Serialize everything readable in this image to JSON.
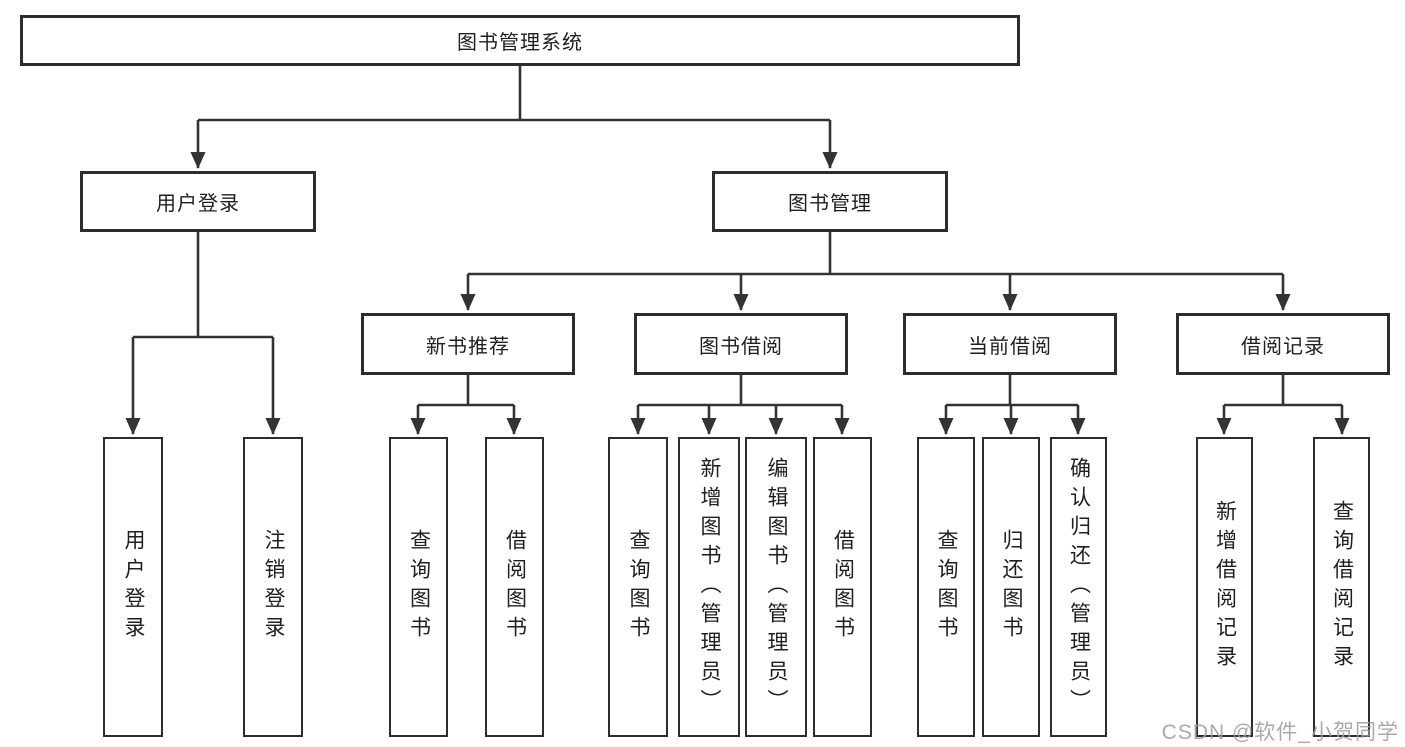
{
  "root": {
    "label": "图书管理系统"
  },
  "userLogin": {
    "label": "用户登录",
    "leaves": [
      {
        "label": "用户登录"
      },
      {
        "label": "注销登录"
      }
    ]
  },
  "bookManagement": {
    "label": "图书管理"
  },
  "groups": [
    {
      "label": "新书推荐",
      "leaves": [
        {
          "label": "查询图书"
        },
        {
          "label": "借阅图书"
        }
      ]
    },
    {
      "label": "图书借阅",
      "leaves": [
        {
          "label": "查询图书"
        },
        {
          "label": "新增图书（管理员）"
        },
        {
          "label": "编辑图书（管理员）"
        },
        {
          "label": "借阅图书"
        }
      ]
    },
    {
      "label": "当前借阅",
      "leaves": [
        {
          "label": "查询图书"
        },
        {
          "label": "归还图书"
        },
        {
          "label": "确认归还（管理员）"
        }
      ]
    },
    {
      "label": "借阅记录",
      "leaves": [
        {
          "label": "新增借阅记录"
        },
        {
          "label": "查询借阅记录"
        }
      ]
    }
  ],
  "watermark": {
    "text": "CSDN @软件_小贺同学"
  },
  "colors": {
    "line": "#333333",
    "border": "#2d2d2d",
    "text": "#1f1f1f",
    "watermark": "#9e9e9e",
    "background": "#ffffff"
  }
}
